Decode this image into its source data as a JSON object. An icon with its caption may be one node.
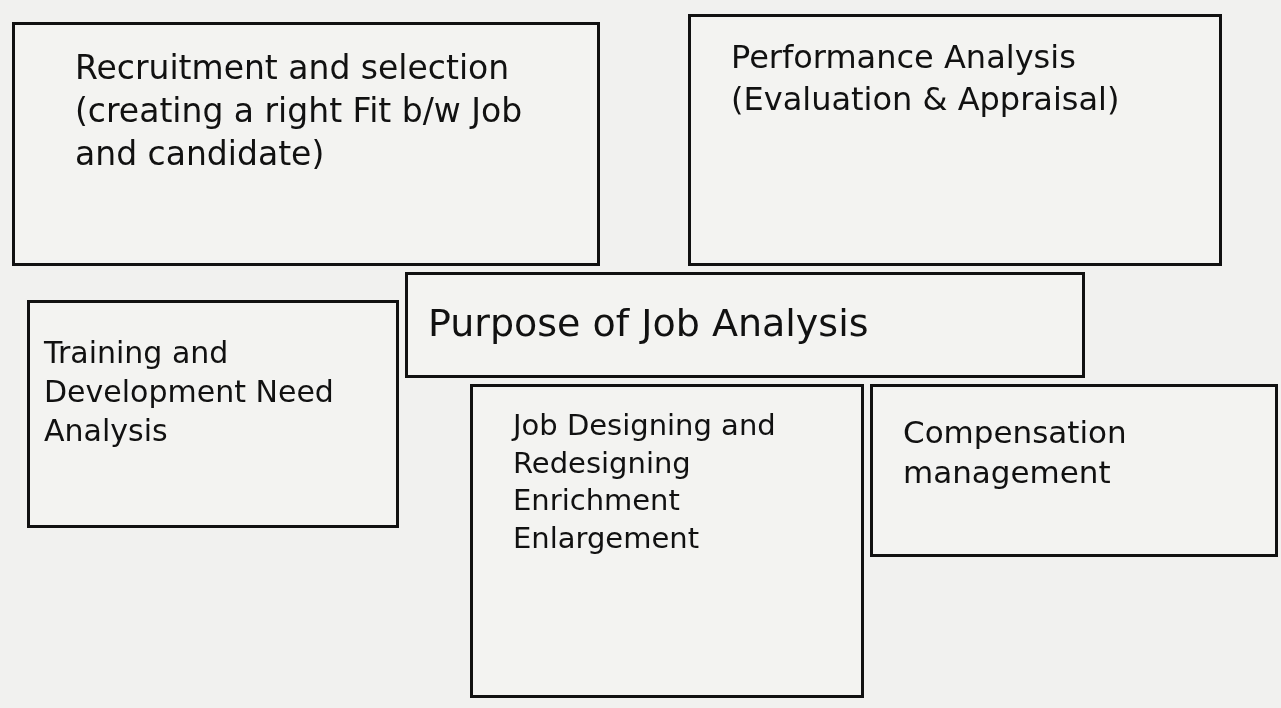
{
  "diagram": {
    "nodes": [
      {
        "text": [
          "Recruitment and selection (creating a right Fit b/w Job and candidate)"
        ]
      },
      {
        "text": [
          "Performance Analysis (Evaluation & Appraisal)"
        ]
      },
      {
        "text": [
          "Purpose of Job Analysis"
        ]
      },
      {
        "text": [
          "Training and Development Need Analysis"
        ]
      },
      {
        "text": [
          "Job Designing and Redesigning Enrichment Enlargement"
        ]
      },
      {
        "text": [
          "Compensation management"
        ]
      }
    ]
  }
}
